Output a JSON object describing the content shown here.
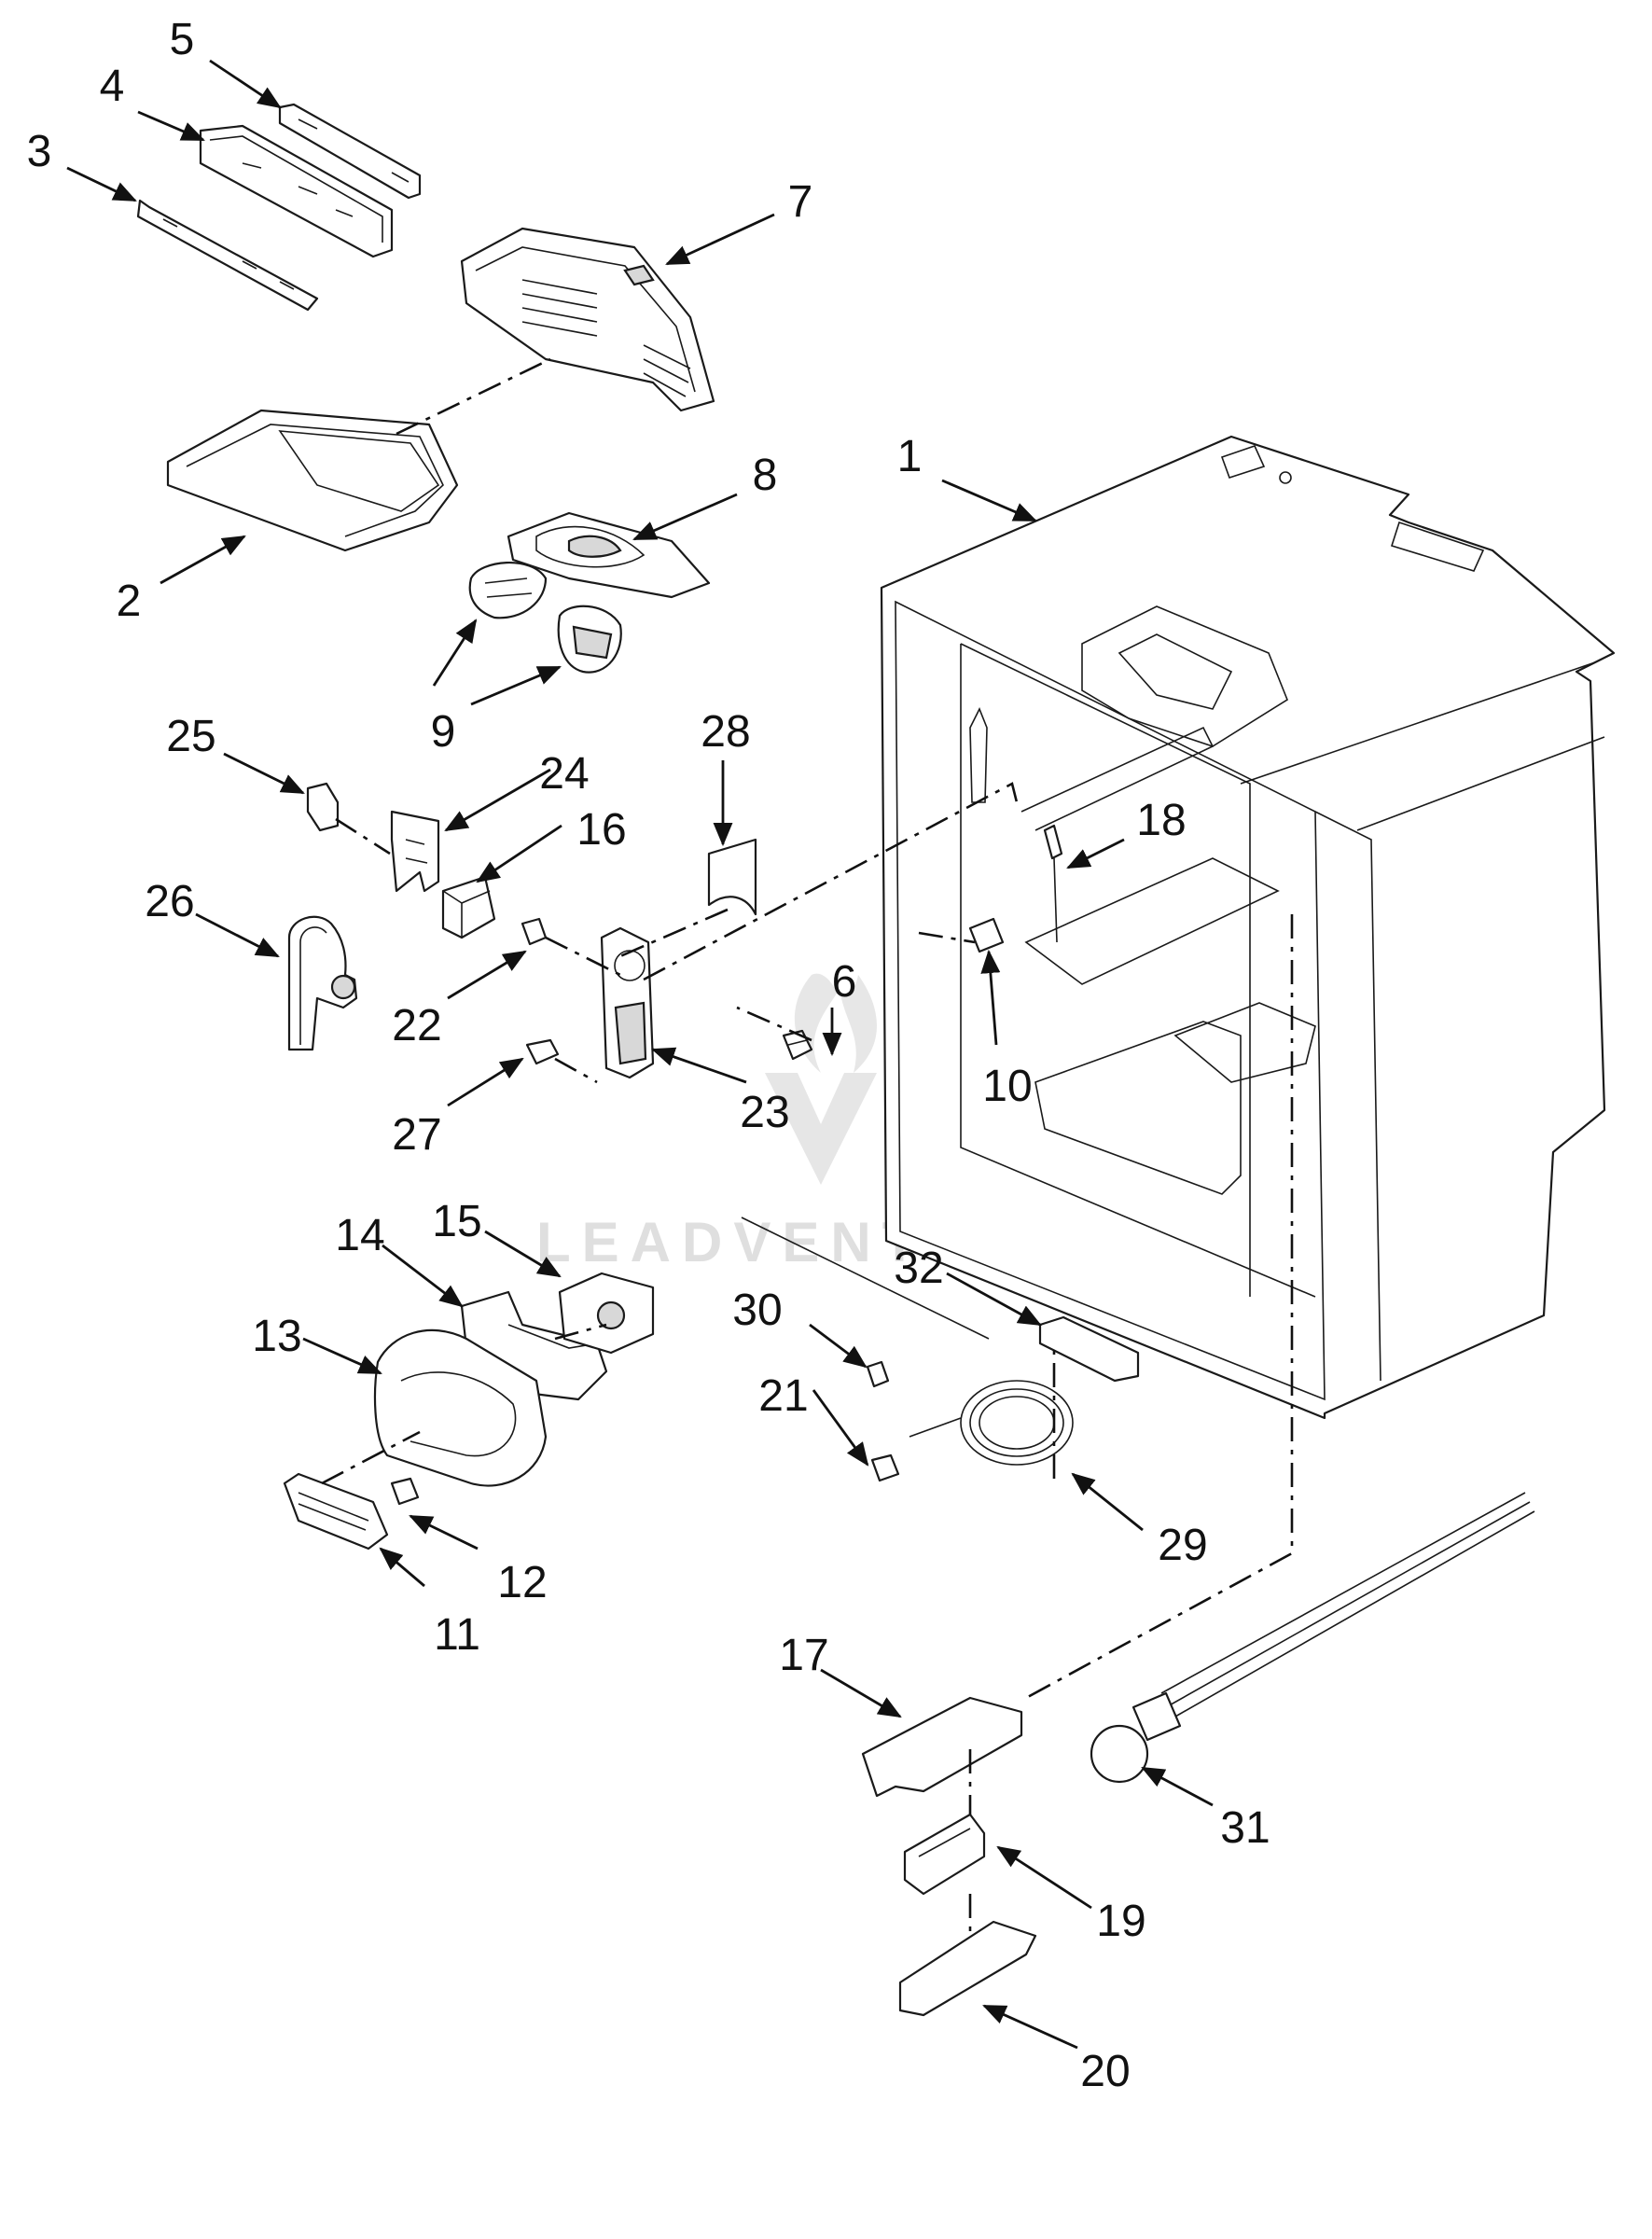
{
  "watermark": {
    "text": "LEADVENTURE"
  },
  "callouts": [
    {
      "n": "1"
    },
    {
      "n": "2"
    },
    {
      "n": "3"
    },
    {
      "n": "4"
    },
    {
      "n": "5"
    },
    {
      "n": "6"
    },
    {
      "n": "7"
    },
    {
      "n": "8"
    },
    {
      "n": "9"
    },
    {
      "n": "10"
    },
    {
      "n": "11"
    },
    {
      "n": "12"
    },
    {
      "n": "13"
    },
    {
      "n": "14"
    },
    {
      "n": "15"
    },
    {
      "n": "16"
    },
    {
      "n": "17"
    },
    {
      "n": "18"
    },
    {
      "n": "19"
    },
    {
      "n": "20"
    },
    {
      "n": "21"
    },
    {
      "n": "22"
    },
    {
      "n": "23"
    },
    {
      "n": "24"
    },
    {
      "n": "25"
    },
    {
      "n": "26"
    },
    {
      "n": "27"
    },
    {
      "n": "28"
    },
    {
      "n": "29"
    },
    {
      "n": "30"
    },
    {
      "n": "31"
    },
    {
      "n": "32"
    }
  ]
}
